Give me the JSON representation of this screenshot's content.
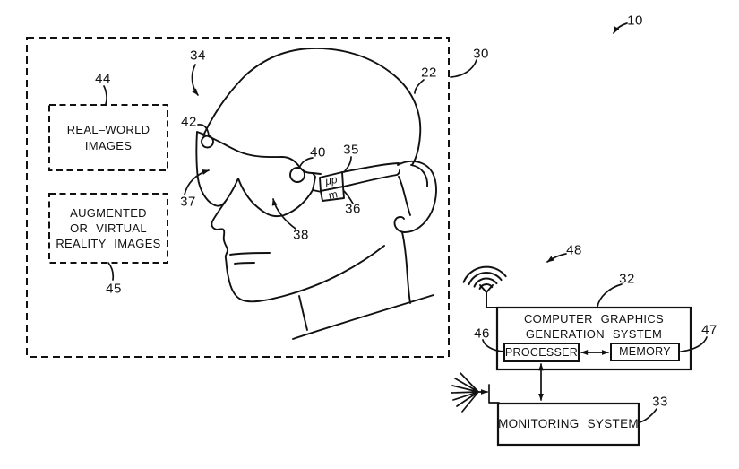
{
  "figure": {
    "ink": "#111111",
    "background": "#ffffff"
  },
  "labels": {
    "r10": "10",
    "r22": "22",
    "r30": "30",
    "r32": "32",
    "r33": "33",
    "r34": "34",
    "r35": "35",
    "r36": "36",
    "r37": "37",
    "r38": "38",
    "r40": "40",
    "r42": "42",
    "r44": "44",
    "r45": "45",
    "r46": "46",
    "r47": "47",
    "r48": "48"
  },
  "boxes": {
    "real_world": {
      "line1": "REAL–WORLD",
      "line2": "IMAGES"
    },
    "augmented": {
      "line1": "AUGMENTED",
      "line2": "OR VIRTUAL",
      "line3": "REALITY IMAGES"
    },
    "cgs": {
      "line1": "COMPUTER GRAPHICS",
      "line2": "GENERATION SYSTEM"
    },
    "processor": {
      "label": "PROCESSER"
    },
    "memory": {
      "label": "MEMORY"
    },
    "monitoring": {
      "label": "MONITORING SYSTEM"
    },
    "glasses_chip": {
      "microprocessor": "μp",
      "memory": "m"
    }
  }
}
